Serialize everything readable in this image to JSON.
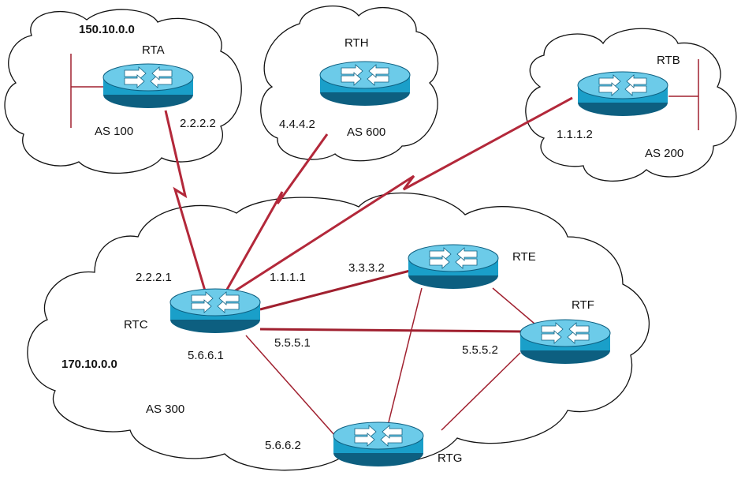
{
  "colors": {
    "link": "#a0202f",
    "serial": "#b3283a",
    "router_body": "#1a9fc9",
    "router_top": "#7dd3ee",
    "router_edge": "#0d5f80"
  },
  "icons": {
    "router": "router-icon"
  },
  "clouds": {
    "as100": {
      "network": "150.10.0.0",
      "as_label": "AS 100"
    },
    "as600": {
      "as_label": "AS 600"
    },
    "as200": {
      "as_label": "AS 200"
    },
    "as300": {
      "network": "170.10.0.0",
      "as_label": "AS 300"
    }
  },
  "routers": {
    "rta": "RTA",
    "rth": "RTH",
    "rtb": "RTB",
    "rtc": "RTC",
    "rte": "RTE",
    "rtf": "RTF",
    "rtg": "RTG"
  },
  "interfaces": {
    "rta": "2.2.2.2",
    "rth": "4.4.4.2",
    "rtb": "1.1.1.2",
    "rtc_to_rta": "2.2.2.1",
    "rtc_to_rtb": "1.1.1.1",
    "rte": "3.3.3.2",
    "rtc_to_rtf": "5.5.5.1",
    "rtf": "5.5.5.2",
    "rtc_to_rtg": "5.6.6.1",
    "rtg": "5.6.6.2"
  }
}
